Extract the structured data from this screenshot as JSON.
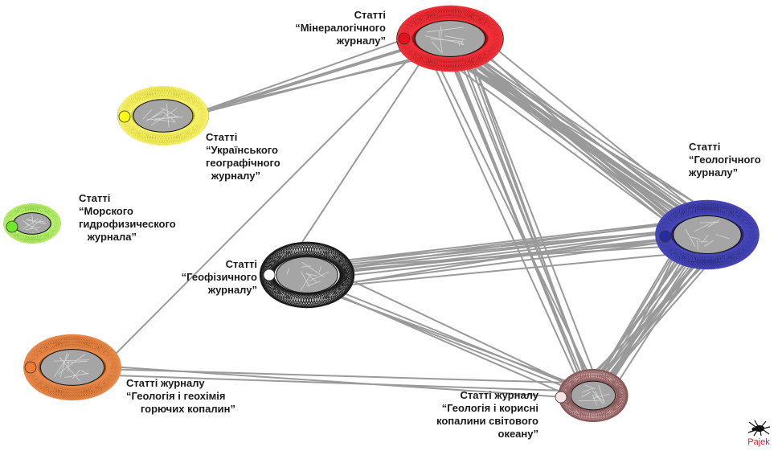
{
  "diagram": {
    "software": "Pajek",
    "nodes": [
      {
        "id": "min",
        "name": "mineral-journal-cluster",
        "fill": "#9d151a",
        "ring_line": "#f23038",
        "marker": "#e8101c",
        "label": [
          "Статті",
          "“Мінералогічного",
          "журналу”"
        ]
      },
      {
        "id": "ukr",
        "name": "ukr-geographic-journal-cluster",
        "fill": "#c9c31d",
        "ring_line": "#f6f06a",
        "marker": "#ffff10",
        "label": [
          "Статті",
          "“Українського",
          "географічного",
          "журналу”"
        ]
      },
      {
        "id": "mor",
        "name": "marine-geophysical-journal-cluster",
        "fill": "#6fb82b",
        "ring_line": "#b6ee6c",
        "marker": "#6fe82b",
        "label": [
          "Статті",
          "“Морского",
          "гидрофизического",
          "журнала”"
        ]
      },
      {
        "id": "gfz",
        "name": "geophysical-journal-cluster",
        "fill": "#ffffff",
        "ring_line": "#1a1a1a",
        "marker": "#ffffff",
        "label": [
          "Статті",
          "“Геофізичного",
          "журналу”"
        ]
      },
      {
        "id": "geo",
        "name": "geological-journal-cluster",
        "fill": "#24236e",
        "ring_line": "#4646b8",
        "marker": "#2a2aa0",
        "label": [
          "Статті",
          "“Геологічного",
          "журналу”"
        ]
      },
      {
        "id": "ggk",
        "name": "geology-geochemistry-journal-cluster",
        "fill": "#a9521b",
        "ring_line": "#e8894a",
        "marker": "#f07a35",
        "label": [
          "Статті журналу",
          "“Геологія і геохімія",
          "горючих копалин”"
        ]
      },
      {
        "id": "gkk",
        "name": "geology-minerals-ocean-journal-cluster",
        "fill": "#f2d6d6",
        "ring_line": "#8c5a5a",
        "marker": "#fbe2e2",
        "label": [
          "Статті журналу",
          "“Геологія і корисні",
          "копалини світового",
          "океану”"
        ]
      }
    ],
    "edges": [
      {
        "from": "min",
        "to": "geo",
        "weight": 24
      },
      {
        "from": "min",
        "to": "gkk",
        "weight": 10
      },
      {
        "from": "min",
        "to": "ukr",
        "weight": 5
      },
      {
        "from": "min",
        "to": "gfz",
        "weight": 1
      },
      {
        "from": "min",
        "to": "ggk",
        "weight": 1
      },
      {
        "from": "gfz",
        "to": "geo",
        "weight": 14
      },
      {
        "from": "gfz",
        "to": "gkk",
        "weight": 5
      },
      {
        "from": "geo",
        "to": "gkk",
        "weight": 22
      },
      {
        "from": "ggk",
        "to": "gkk",
        "weight": 3
      }
    ],
    "edge_color": "#9a9a9a"
  }
}
